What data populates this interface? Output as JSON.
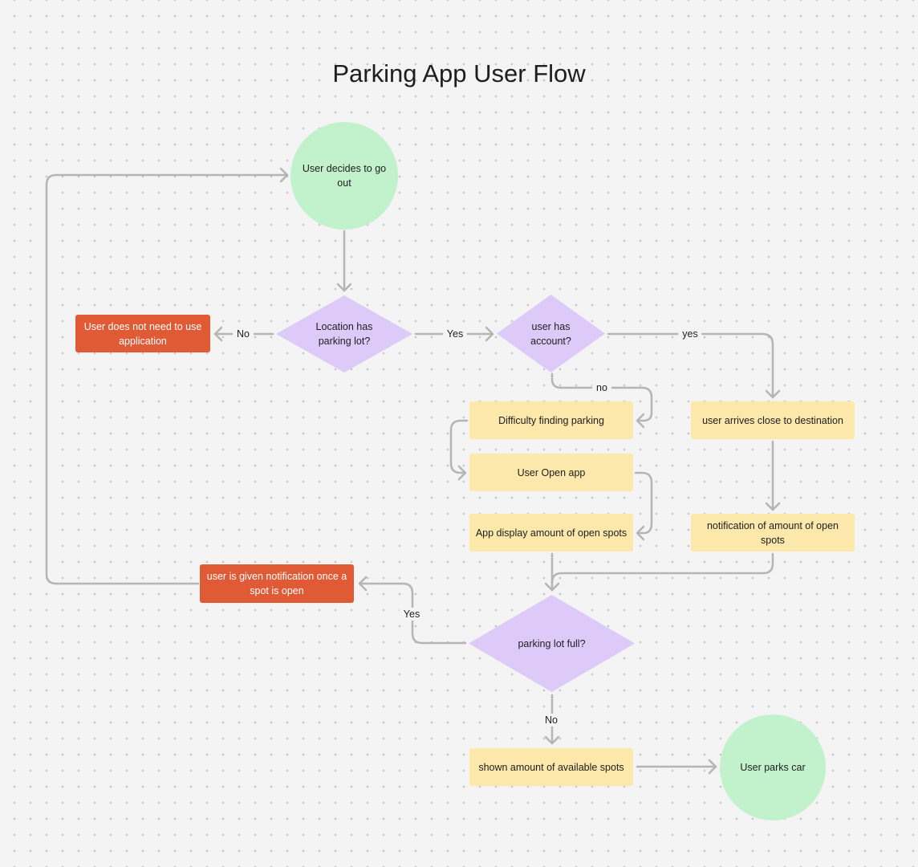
{
  "title": "Parking App User Flow",
  "nodes": {
    "user_decides": "User decides to go out",
    "location_has_lot": "Location has parking lot?",
    "no_app_needed": "User does not need to use application",
    "user_has_account": "user has account?",
    "difficulty_finding": "Difficulty finding parking",
    "user_open_app": "User Open app",
    "app_display_spots": "App display amount of open spots",
    "arrives_close": "user arrives close to destination",
    "notification_spots": "notification of amount of open spots",
    "notified_when_open": "user is given notification once a spot is open",
    "lot_full": "parking lot full?",
    "shown_available": "shown amount of available spots",
    "user_parks": "User parks car"
  },
  "labels": {
    "no_left": "No",
    "yes_right": "Yes",
    "yes_account": "yes",
    "no_account": "no",
    "yes_full": "Yes",
    "no_full": "No"
  },
  "colors": {
    "start_end": "#c2f2cc",
    "decision": "#ddcaf8",
    "step": "#fbe8aa",
    "alert": "#e05a36",
    "connector": "#b5b5b5"
  }
}
